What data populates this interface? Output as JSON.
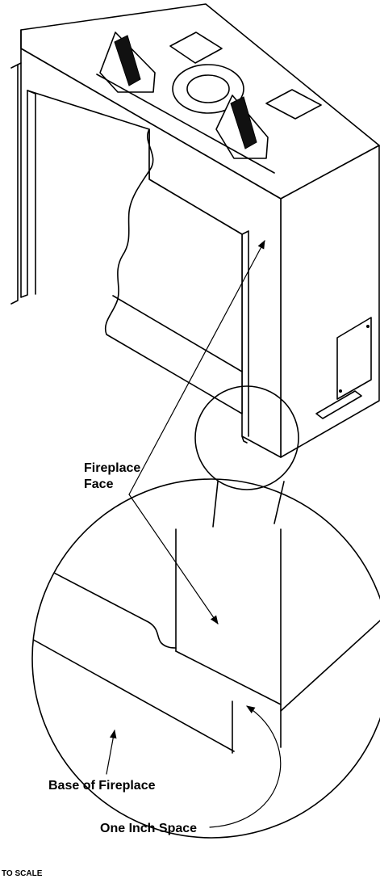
{
  "labels": {
    "fireplace_face_line1": "Fireplace",
    "fireplace_face_line2": "Face",
    "base_of_fireplace": "Base of Fireplace",
    "one_inch_space": "One Inch Space",
    "scale_note": "TO SCALE"
  }
}
